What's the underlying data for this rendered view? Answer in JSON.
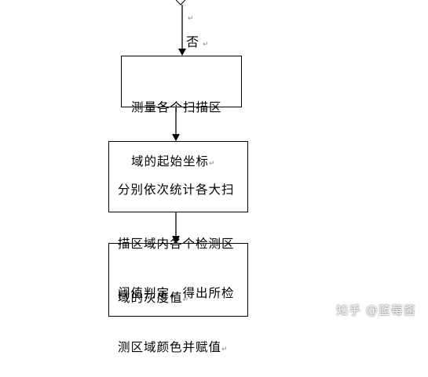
{
  "flowchart": {
    "branch_label": "否",
    "steps": [
      {
        "lines": [
          "测量各个扫描区",
          "域的起始坐标"
        ]
      },
      {
        "lines": [
          "分别依次统计各大扫",
          "描区域内各个检测区",
          "域的灰度值"
        ]
      },
      {
        "lines": [
          "阈值判定，得出所检",
          "测区域颜色并赋值"
        ]
      }
    ],
    "paragraph_mark": "↵"
  },
  "watermark": {
    "text": "知乎 @蓝莓酱"
  }
}
